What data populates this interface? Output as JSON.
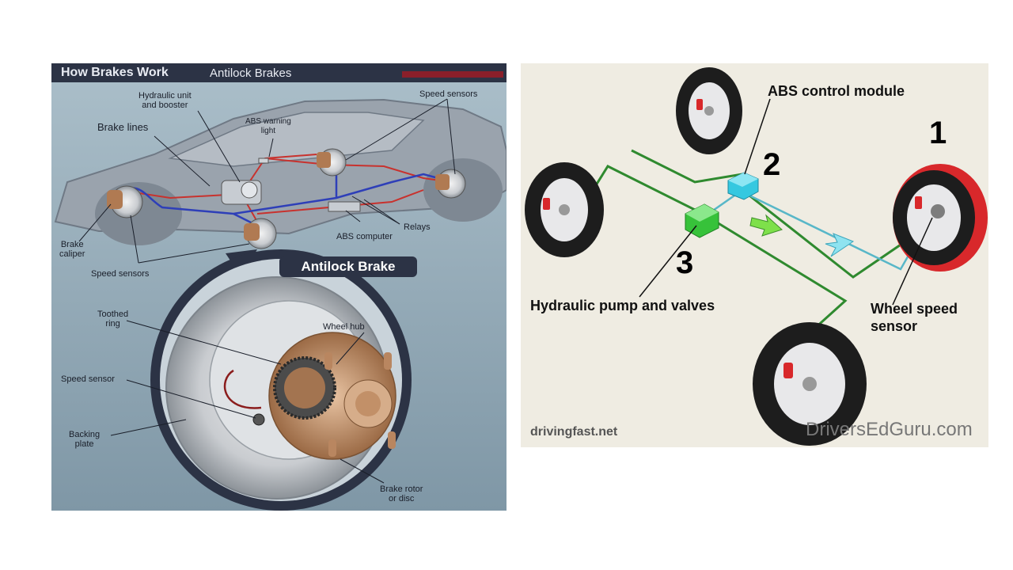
{
  "left": {
    "title": "How Brakes Work",
    "subtitle": "Antilock Brakes",
    "labels": {
      "hydraulic_unit": "Hydraulic unit\nand booster",
      "speed_sensors_top": "Speed sensors",
      "brake_lines": "Brake lines",
      "abs_warning": "ABS warning\nlight",
      "brake_caliper": "Brake\ncaliper",
      "abs_computer": "ABS computer",
      "relays": "Relays",
      "speed_sensors_bottom": "Speed sensors",
      "antilock_brake": "Antilock Brake",
      "toothed_ring": "Toothed\nring",
      "wheel_hub": "Wheel hub",
      "speed_sensor": "Speed sensor",
      "backing_plate": "Backing\nplate",
      "brake_rotor": "Brake rotor\nor disc"
    }
  },
  "right": {
    "labels": {
      "abs_control_module": "ABS control module",
      "hydraulic_pump": "Hydraulic pump and valves",
      "wheel_speed_sensor": "Wheel speed\nsensor",
      "num1": "1",
      "num2": "2",
      "num3": "3",
      "credit_left": "drivingfast.net",
      "credit_right": "DriversEdGuru.com"
    }
  },
  "colors": {
    "brake_line_red": "#c8322e",
    "brake_line_blue": "#2e3fb8",
    "pipe_green": "#2f8a2f",
    "module_cyan": "#35c8e0",
    "pump_green": "#37c23a",
    "tire_red": "#d8282b"
  }
}
